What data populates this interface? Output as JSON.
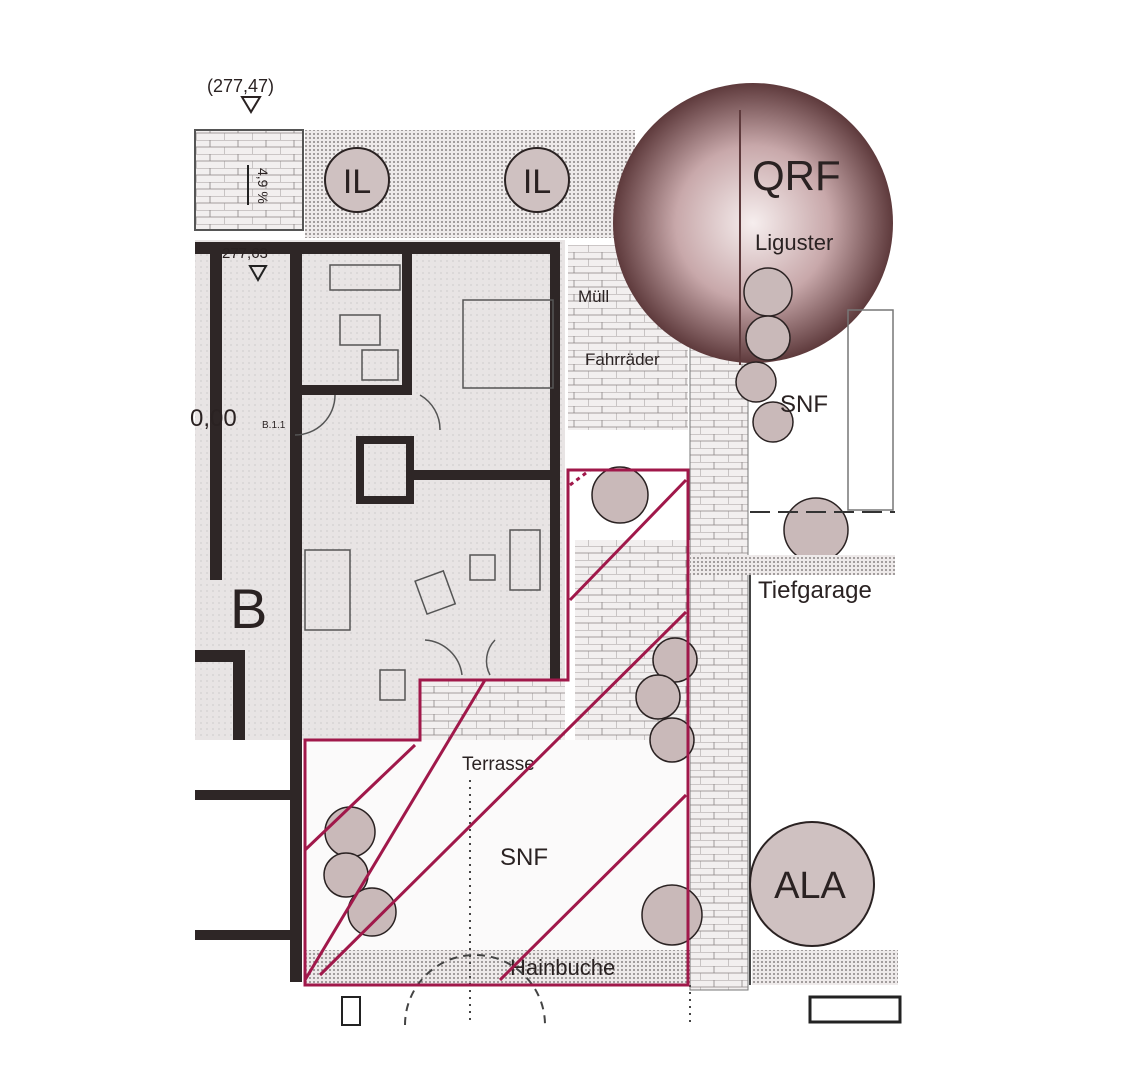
{
  "plan": {
    "elevation_top": "(277,47)",
    "slope": "4,9 %",
    "elevation_entry": "277,63",
    "level_zero": "0,00",
    "unit_id": "B.1.1",
    "building": "B",
    "labels": {
      "il_1": "IL",
      "il_2": "IL",
      "qrf": "QRF",
      "liguster": "Liguster",
      "muell": "Müll",
      "fahrraeder": "Fahrräder",
      "snf_right": "SNF",
      "tiefgarage": "Tiefgarage",
      "terrasse": "Terrasse",
      "snf_garden": "SNF",
      "ala": "ALA",
      "hainbuche": "Hainbuche"
    }
  },
  "colors": {
    "wall": "#2e2626",
    "highlight": "#a0184a",
    "tree_fill": "#c9b9b9",
    "qrf_dark": "#6e4a4c",
    "hatch": "#9a9494"
  }
}
